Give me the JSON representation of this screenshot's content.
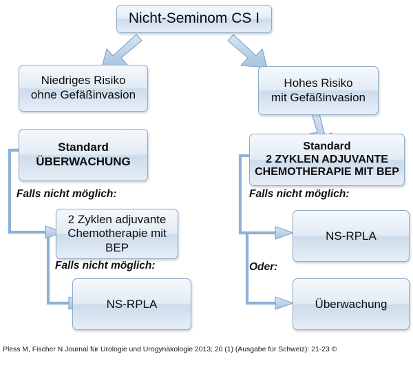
{
  "diagram": {
    "title_node": {
      "label": "Nicht-Seminom CS I"
    },
    "branches": {
      "left": {
        "risk_box": {
          "line1": "Niedriges Risiko",
          "line2": "ohne Gefäßinvasion"
        },
        "standard_box": {
          "line1": "Standard",
          "line2": "ÜBERWACHUNG"
        },
        "caption_1": "Falls nicht möglich:",
        "option_1": {
          "line1": "2 Zyklen adjuvante",
          "line2": "Chemotherapie mit",
          "line3": "BEP"
        },
        "caption_2": "Falls nicht möglich:",
        "option_2": {
          "line1": "NS-RPLA"
        }
      },
      "right": {
        "risk_box": {
          "line1": "Hohes Risiko",
          "line2": "mit Gefäßinvasion"
        },
        "standard_box": {
          "line1": "Standard",
          "line2": "2 ZYKLEN ADJUVANTE",
          "line3": "CHEMOTHERAPIE MIT BEP"
        },
        "caption_1": "Falls nicht möglich:",
        "option_1": {
          "line1": "NS-RPLA"
        },
        "caption_2": "Oder:",
        "option_2": {
          "line1": "Überwachung"
        }
      }
    },
    "citation": "Pless M, Fischer N Journal für Urologie und Urogynäkologie 2013; 20 (1) (Ausgabe für Schweiz): 21-23 ©",
    "colors": {
      "box_border": "#8faac4",
      "box_fill_light": "#f4f8fc",
      "box_fill_dark": "#ccdceb",
      "arrow_fill": "#bdd2e8",
      "arrow_stroke": "#7fa0c4",
      "text": "#0d0d0d",
      "background": "#ffffff"
    }
  }
}
